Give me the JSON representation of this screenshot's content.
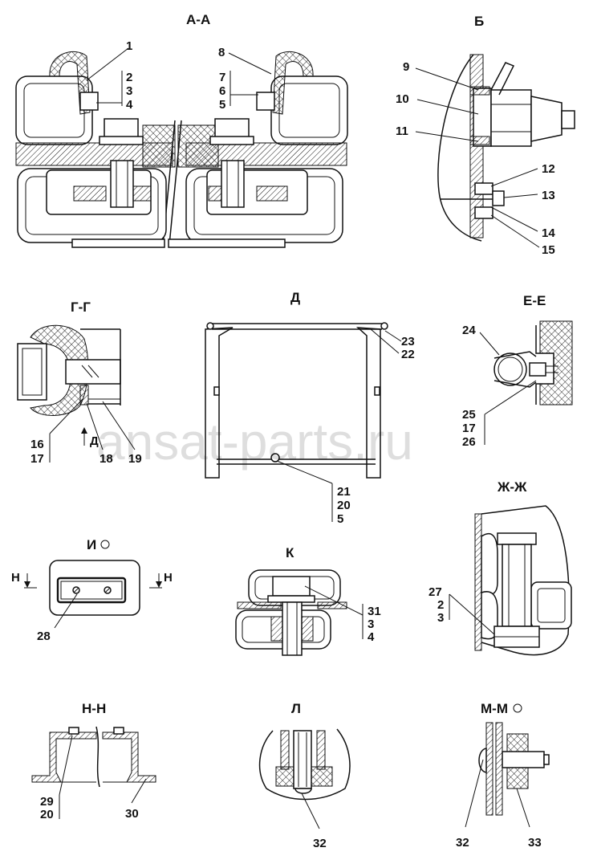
{
  "sections": {
    "aa": "А-А",
    "b": "Б",
    "gg": "Г-Г",
    "d": "Д",
    "ee": "Е-Е",
    "zhzh": "Ж-Ж",
    "i": "И",
    "k": "К",
    "nn": "Н-Н",
    "l": "Л",
    "mm": "М-М"
  },
  "marks": {
    "n_left": "Н",
    "n_right": "Н",
    "d_arrow": "Д"
  },
  "callouts": {
    "c1": "1",
    "c2": "2",
    "c3": "3",
    "c4": "4",
    "c8": "8",
    "c7": "7",
    "c6": "6",
    "c5": "5",
    "c9": "9",
    "c10": "10",
    "c11": "11",
    "c12": "12",
    "c13": "13",
    "c14": "14",
    "c15": "15",
    "c16": "16",
    "c17": "17",
    "c18": "18",
    "c19": "19",
    "c22": "22",
    "c23": "23",
    "c21": "21",
    "c20": "20",
    "c5b": "5",
    "c24": "24",
    "c25": "25",
    "c17b": "17",
    "c26": "26",
    "c27": "27",
    "c2b": "2",
    "c3b": "3",
    "c28": "28",
    "c31": "31",
    "c3c": "3",
    "c4b": "4",
    "c29": "29",
    "c20b": "20",
    "c30": "30",
    "c32a": "32",
    "c32b": "32",
    "c33": "33"
  },
  "watermark": "ansat-parts.ru"
}
